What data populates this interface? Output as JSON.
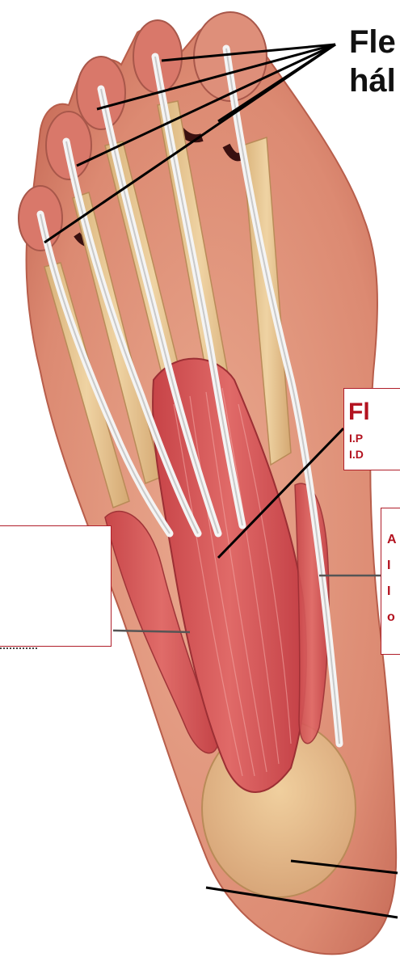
{
  "labels": {
    "tendons_line1": "Fle",
    "tendons_line2": "hál",
    "fdb_title": "Fl",
    "fdb_line1": "I.P",
    "fdb_line2": "I.D",
    "right_box_lines": [
      "A",
      "I",
      "I",
      "o"
    ]
  },
  "colors": {
    "label_text": "#111111",
    "accent_red": "#b3121f",
    "box_border": "#b01e2a",
    "skin": "#e9a88c",
    "muscle": "#d9575a",
    "bone": "#e6c48d",
    "tendon": "#f2f2f2"
  }
}
